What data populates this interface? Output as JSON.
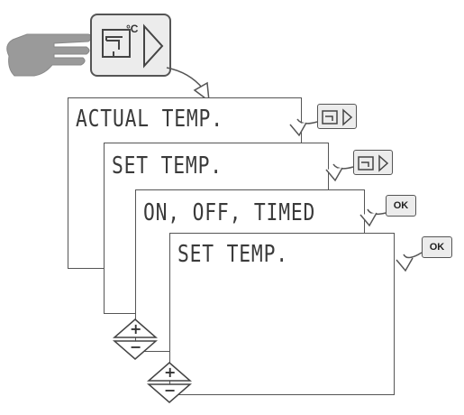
{
  "screens": [
    {
      "label": "ACTUAL TEMP."
    },
    {
      "label": "SET TEMP."
    },
    {
      "label": "ON, OFF, TIMED"
    },
    {
      "label": "SET TEMP."
    }
  ],
  "main_button": {
    "icon": "hot-water-tap-icon",
    "unit": "°C"
  },
  "side_buttons": [
    {
      "icon": "tap-arrow-icon"
    },
    {
      "icon": "tap-arrow-icon"
    },
    {
      "label": "OK"
    },
    {
      "label": "OK"
    }
  ],
  "adjust_controls": [
    {
      "plus": "+",
      "minus": "−"
    },
    {
      "plus": "+",
      "minus": "−"
    }
  ],
  "colors": {
    "stroke": "#555555",
    "text": "#3a3a3a",
    "hand": "#9a9a9a",
    "button_fill": "#ececec"
  }
}
